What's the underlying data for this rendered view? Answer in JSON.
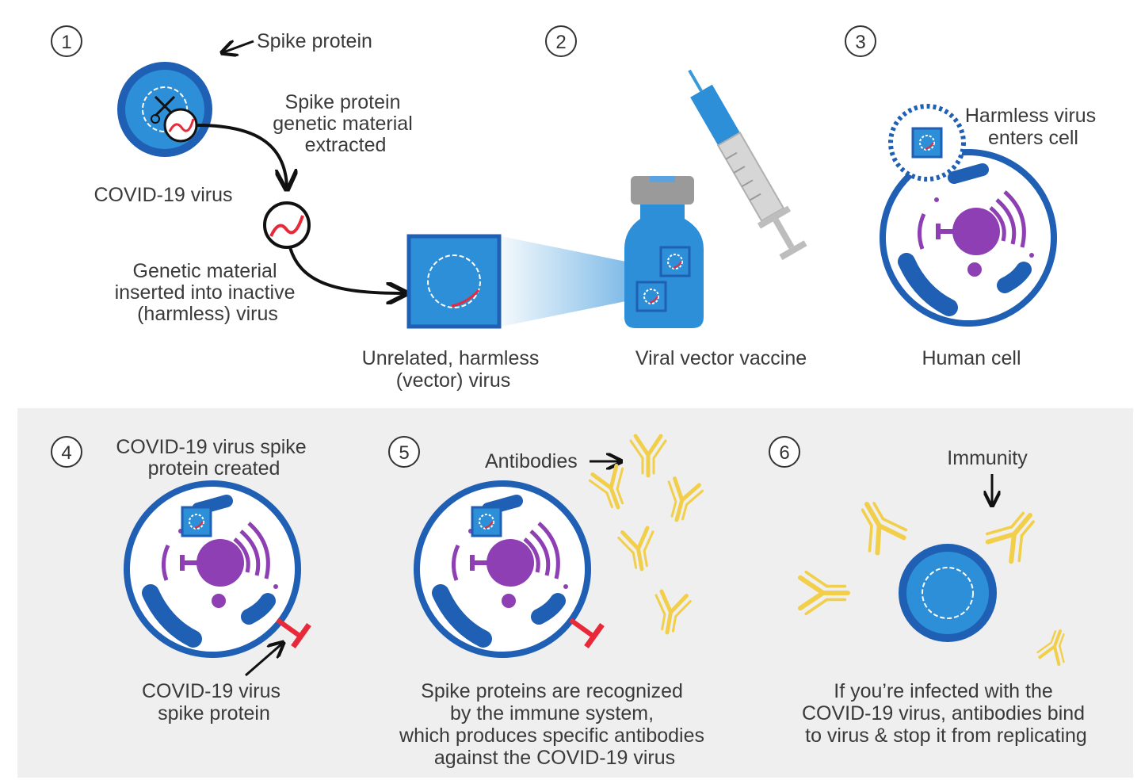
{
  "steps": {
    "s1": {
      "number": "1"
    },
    "s2": {
      "number": "2"
    },
    "s3": {
      "number": "3"
    },
    "s4": {
      "number": "4"
    },
    "s5": {
      "number": "5"
    },
    "s6": {
      "number": "6"
    }
  },
  "labels": {
    "spike_protein": "Spike protein",
    "extracted": [
      "Spike protein",
      "genetic material",
      "extracted"
    ],
    "covid_virus": "COVID-19 virus",
    "inserted": [
      "Genetic material",
      "inserted into inactive",
      "(harmless) virus"
    ],
    "vector_virus": [
      "Unrelated, harmless",
      "(vector) virus"
    ],
    "vaccine": "Viral vector vaccine",
    "enters_cell": [
      "Harmless virus",
      "enters cell"
    ],
    "human_cell": "Human cell",
    "spike_created": [
      "COVID-19 virus spike",
      "protein created"
    ],
    "spike_protein_cell": [
      "COVID-19 virus",
      "spike protein"
    ],
    "antibodies": "Antibodies",
    "recognized": [
      "Spike proteins are recognized",
      "by the immune system,",
      "which produces specific antibodies",
      "against the COVID-19 virus"
    ],
    "immunity": "Immunity",
    "infected": [
      "If you’re infected with the",
      "COVID-19 virus, antibodies bind",
      "to virus & stop it from replicating"
    ]
  },
  "colors": {
    "spike_red": "#e8293a",
    "virus_blue": "#2d8fd8",
    "dark_blue": "#1f5fb4",
    "purple": "#8e3fb3",
    "antibody_yellow": "#f2cf4a",
    "panel_gray": "#efefef"
  }
}
